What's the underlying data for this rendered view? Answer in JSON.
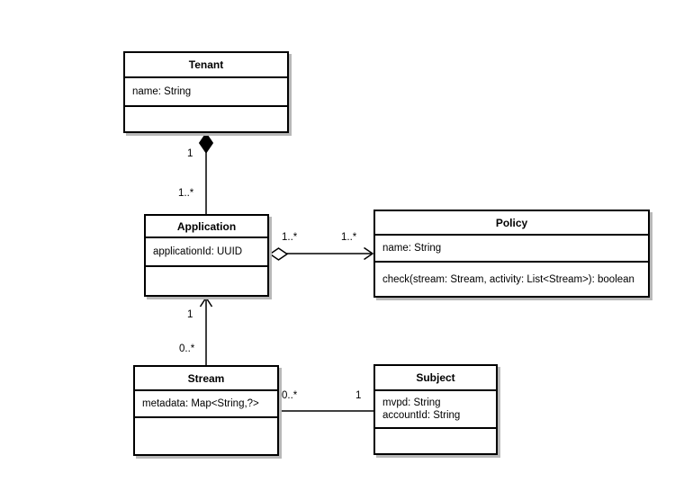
{
  "diagram": {
    "type": "uml-class-diagram",
    "colors": {
      "background": "#ffffff",
      "line": "#000000",
      "box_fill": "#ffffff",
      "box_shadow": "#b8b8b8"
    },
    "classes": [
      {
        "name": "Tenant",
        "attributes": [
          "name: String"
        ],
        "operations": []
      },
      {
        "name": "Application",
        "attributes": [
          "applicationId: UUID"
        ],
        "operations": []
      },
      {
        "name": "Policy",
        "attributes": [
          "name: String"
        ],
        "operations": [
          "check(stream: Stream, activity: List<Stream>): boolean"
        ]
      },
      {
        "name": "Stream",
        "attributes": [
          "metadata: Map<String,?>"
        ],
        "operations": []
      },
      {
        "name": "Subject",
        "attributes": [
          "mvpd: String",
          "accountId: String"
        ],
        "operations": []
      }
    ],
    "relationships": [
      {
        "from": "Tenant",
        "to": "Application",
        "type": "composition",
        "from_multiplicity": "1",
        "to_multiplicity": "1..*"
      },
      {
        "from": "Application",
        "to": "Policy",
        "type": "directed-aggregation",
        "from_multiplicity": "1..*",
        "to_multiplicity": "1..*"
      },
      {
        "from": "Stream",
        "to": "Application",
        "type": "directed-association",
        "from_multiplicity": "0..*",
        "to_multiplicity": "1"
      },
      {
        "from": "Stream",
        "to": "Subject",
        "type": "association",
        "from_multiplicity": "0..*",
        "to_multiplicity": "1"
      }
    ]
  }
}
